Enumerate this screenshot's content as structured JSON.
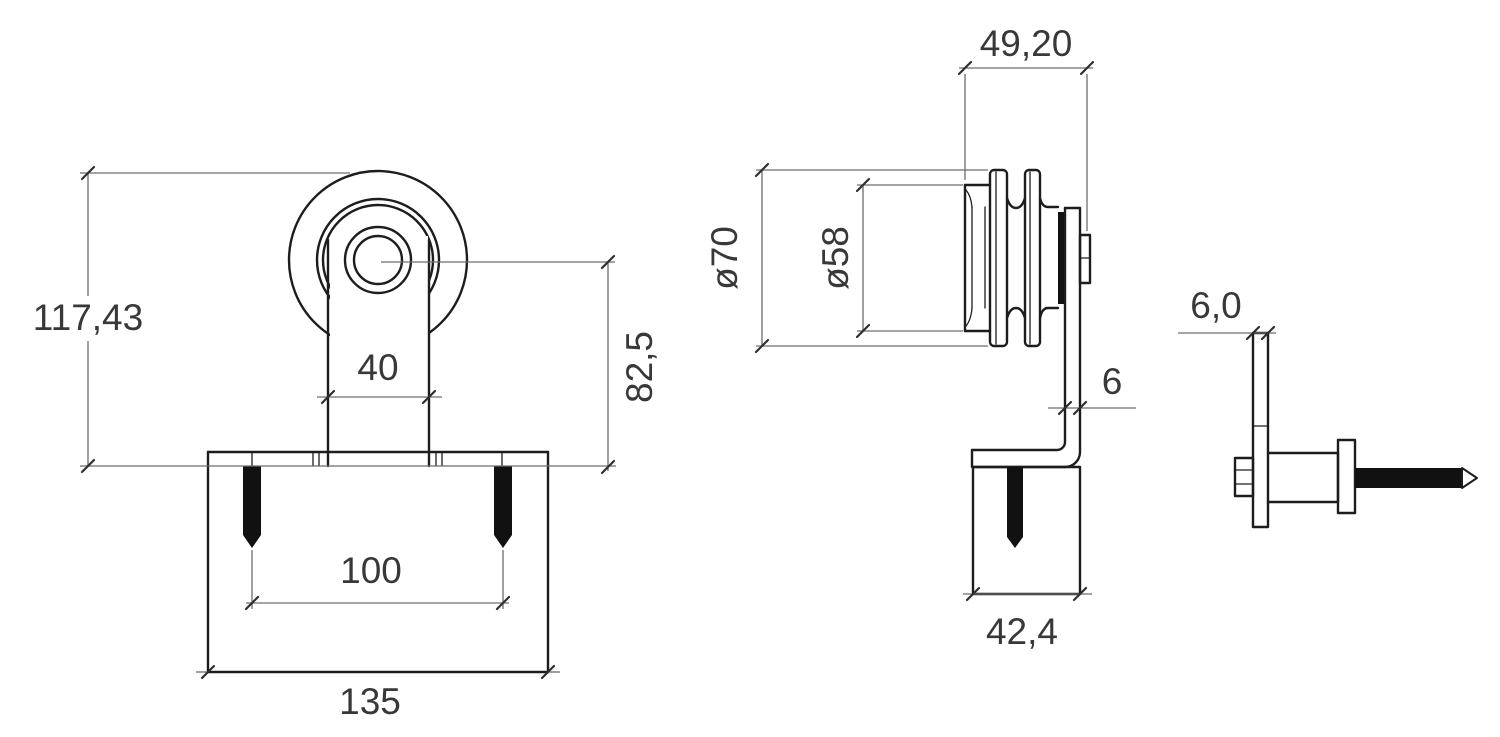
{
  "front_view": {
    "overall_height": "117,43",
    "stem_width": "40",
    "axle_height": "82,5",
    "bolt_spacing": "100",
    "base_width": "135"
  },
  "side_view": {
    "pulley_width": "49,20",
    "outer_diameter": "ø70",
    "tread_diameter": "ø58",
    "plate_thickness": "6",
    "base_depth": "42,4"
  },
  "bolt_view": {
    "plate_thickness": "6,0"
  },
  "colors": {
    "background": "#ffffff",
    "object_line": "#1d1d1d",
    "dimension_line": "#6d6d6d",
    "text": "#383838"
  }
}
